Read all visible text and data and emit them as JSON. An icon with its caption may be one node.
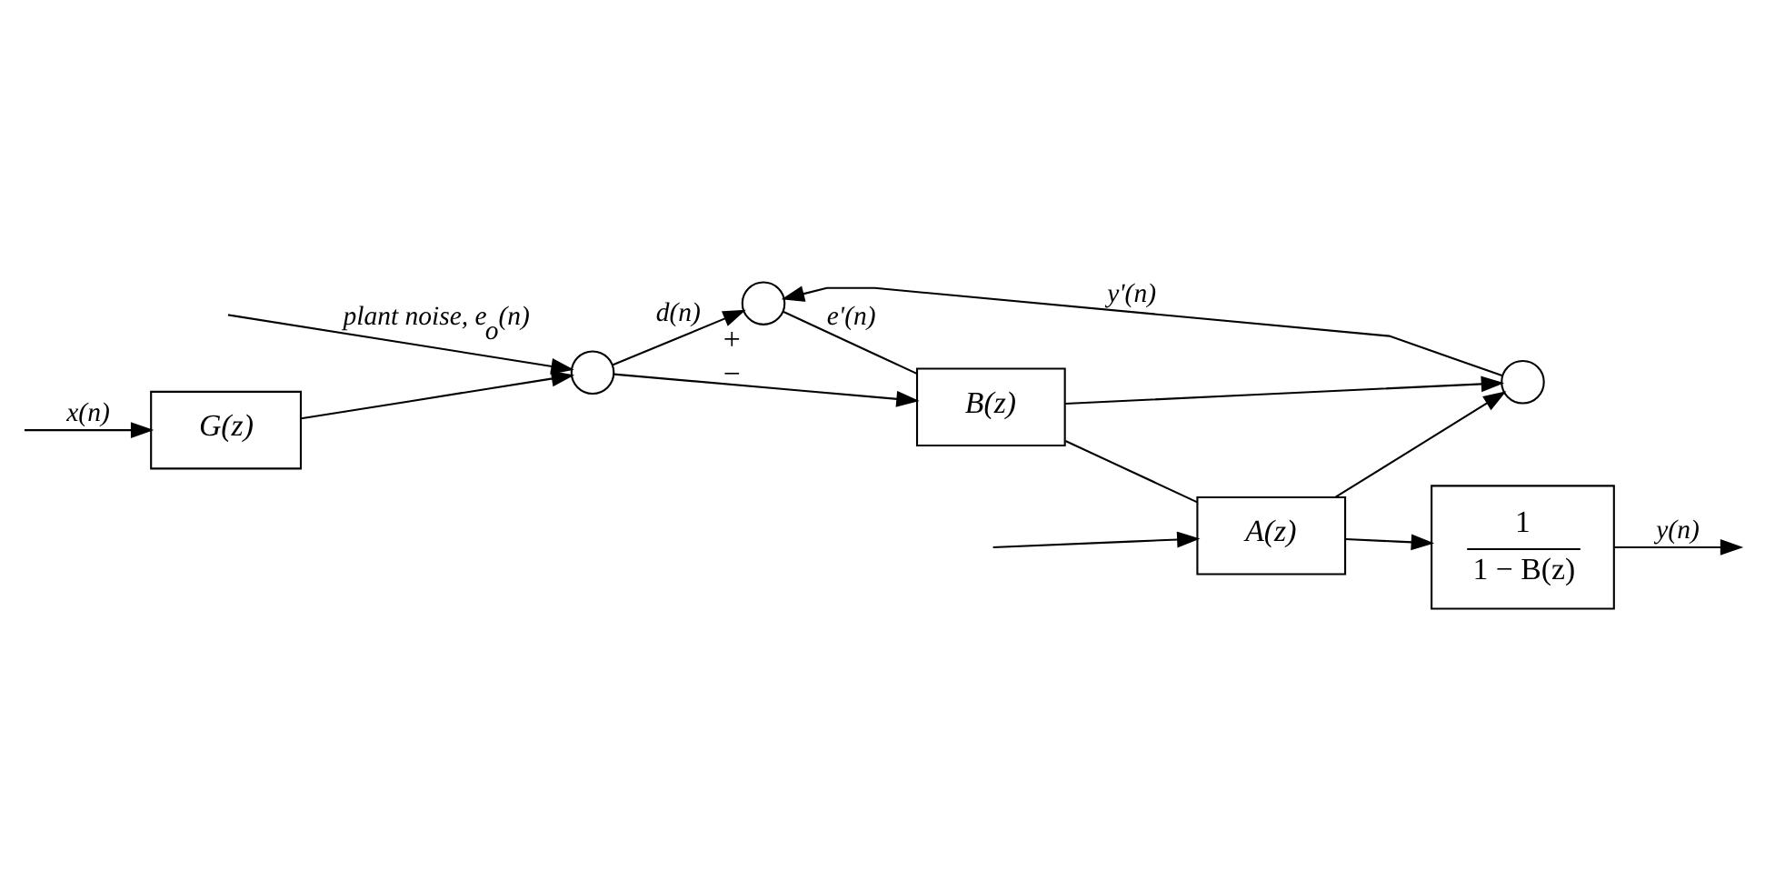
{
  "diagram": {
    "nodes": [
      {
        "text": [
          "G(z)"
        ]
      },
      {
        "text": [],
        "shape": "circle"
      },
      {
        "text": [
          "A(z)"
        ]
      },
      {
        "text": [],
        "shape": "circle"
      },
      {
        "text": [],
        "shape": "circle",
        "beside": [
          "+",
          "−"
        ]
      },
      {
        "text": [
          "B(z)"
        ]
      },
      {
        "text": [
          "1",
          "1 − B(z)"
        ]
      }
    ],
    "edges": [
      {
        "from": null,
        "to": 0,
        "arrow": "to",
        "label": "x(n)"
      },
      {
        "from": null,
        "to": 2,
        "arrow": "to"
      },
      {
        "from": null,
        "to": 1,
        "arrow": "to",
        "label": "plant noise, e$_{o}$(n)"
      },
      {
        "from": 0,
        "to": 1,
        "arrow": "to"
      },
      {
        "from": 1,
        "to": 4,
        "arrow": "to",
        "label": "d(n)"
      },
      {
        "from": 1,
        "to": 5,
        "arrow": "to"
      },
      {
        "from": 2,
        "to": 3,
        "arrow": "to"
      },
      {
        "from": 2,
        "to": 6,
        "arrow": "to"
      },
      {
        "from": 5,
        "to": 3,
        "arrow": "to"
      },
      {
        "from": 3,
        "to": 4,
        "arrow": "to",
        "label": "y'(n)"
      },
      {
        "from": 6,
        "to": null,
        "arrow": "to",
        "label": "y(n)"
      },
      {
        "from": 4,
        "to": 5,
        "arrow": "none",
        "label": "e'(n)"
      },
      {
        "from": 5,
        "to": 2,
        "arrow": "none"
      }
    ]
  }
}
